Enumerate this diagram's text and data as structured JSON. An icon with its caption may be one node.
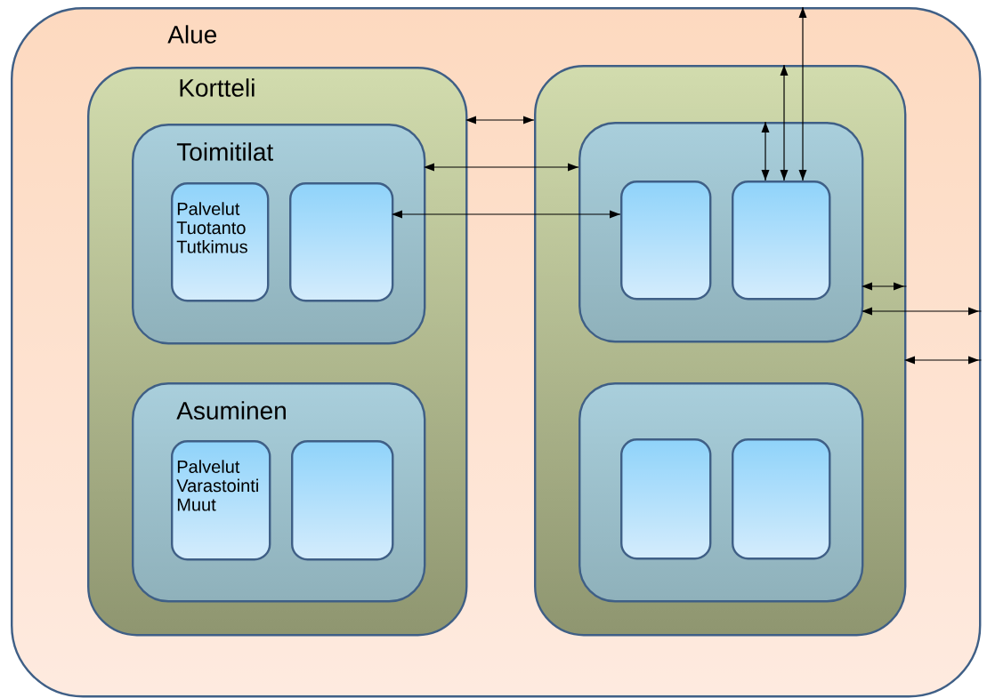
{
  "diagram": {
    "nodes": [
      {
        "text": [
          "Alue"
        ]
      },
      {
        "text": [
          "Kortteli"
        ],
        "in": 0
      },
      {
        "text": [
          "Toimitilat"
        ],
        "in": 1
      },
      {
        "text": [
          "Palvelut Tuotanto Tutkimus"
        ],
        "in": 2
      },
      {
        "text": [],
        "shape": "box",
        "in": 2
      },
      {
        "text": [
          "Asuminen"
        ],
        "in": 1
      },
      {
        "text": [
          "Palvelut Varastointi Muut"
        ],
        "in": 5
      },
      {
        "text": [],
        "shape": "box",
        "in": 5
      },
      {
        "text": [],
        "shape": "box",
        "in": 0
      },
      {
        "text": [],
        "shape": "box",
        "in": 8
      },
      {
        "text": [],
        "shape": "box",
        "in": 9
      },
      {
        "text": [],
        "shape": "box",
        "in": 9
      },
      {
        "text": [],
        "shape": "box",
        "in": 8
      },
      {
        "text": [],
        "shape": "box",
        "in": 12
      },
      {
        "text": [],
        "shape": "box",
        "in": 12
      }
    ],
    "edges": [
      {
        "from": 1,
        "to": 8,
        "arrow": "both"
      },
      {
        "from": 2,
        "to": 9,
        "arrow": "both"
      },
      {
        "from": 4,
        "to": 10,
        "arrow": "both"
      },
      {
        "from": 11,
        "to": 9,
        "arrow": "both"
      },
      {
        "from": 11,
        "to": 8,
        "arrow": "both"
      },
      {
        "from": 11,
        "to": 0,
        "arrow": "both"
      },
      {
        "from": 9,
        "to": 8,
        "arrow": "both"
      },
      {
        "from": 9,
        "to": 0,
        "arrow": "both"
      },
      {
        "from": 8,
        "to": 0,
        "arrow": "both"
      }
    ]
  }
}
